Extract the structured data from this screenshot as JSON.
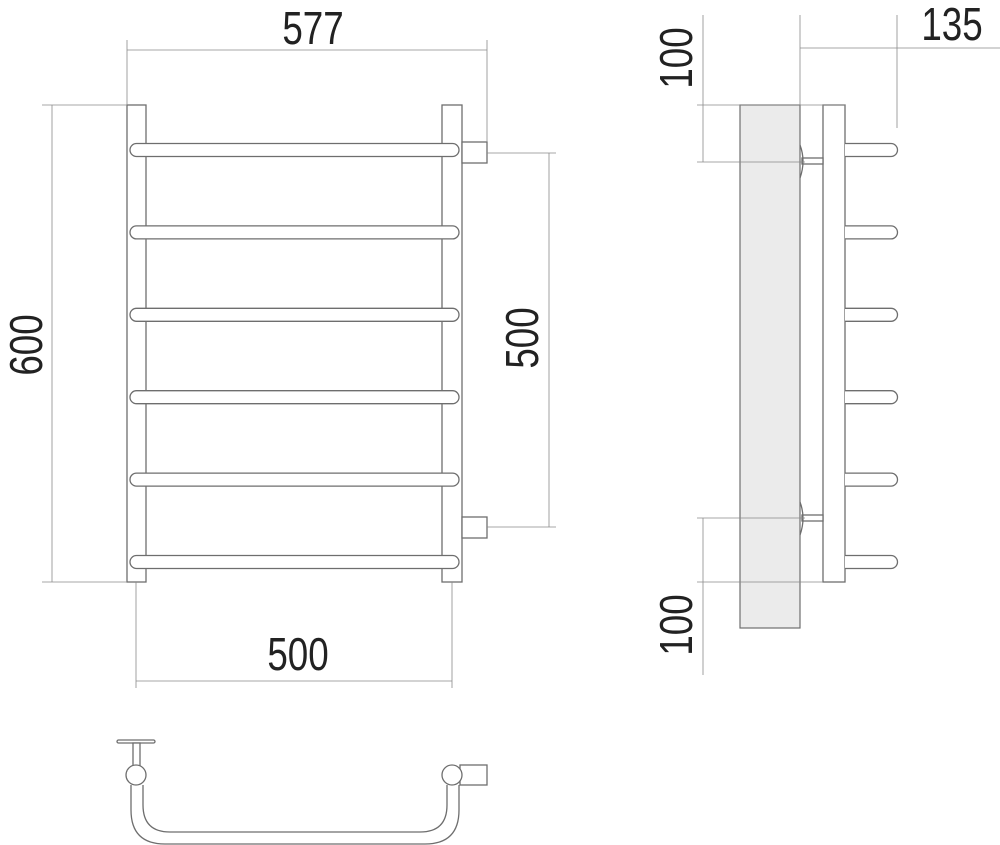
{
  "dimensions": {
    "overall_width": "577",
    "overall_height": "600",
    "connection_spacing": "500",
    "rail_length": "500",
    "wall_offset": "135",
    "top_mount_offset": "100",
    "bottom_mount_offset": "100"
  },
  "rungs_count": 6,
  "colors": {
    "line": "#6e6e6e",
    "wall": "#ebebeb",
    "text": "#222222"
  }
}
